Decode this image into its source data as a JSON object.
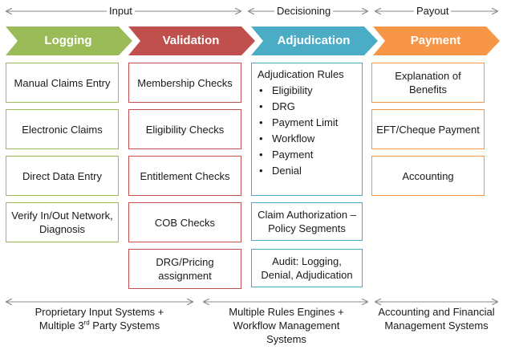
{
  "phases": [
    {
      "label": "Input"
    },
    {
      "label": "Decisioning"
    },
    {
      "label": "Payout"
    }
  ],
  "stages": [
    {
      "label": "Logging",
      "color": "#9bbb59"
    },
    {
      "label": "Validation",
      "color": "#c0504d"
    },
    {
      "label": "Adjudication",
      "color": "#4bacc6"
    },
    {
      "label": "Payment",
      "color": "#f79646"
    }
  ],
  "logging": {
    "items": [
      "Manual Claims Entry",
      "Electronic Claims",
      "Direct Data Entry",
      "Verify In/Out Network, Diagnosis"
    ]
  },
  "validation": {
    "items": [
      "Membership Checks",
      "Eligibility Checks",
      "Entitlement Checks",
      "COB Checks",
      "DRG/Pricing assignment"
    ]
  },
  "adjudication": {
    "rules_title": "Adjudication Rules",
    "rules": [
      "Eligibility",
      "DRG",
      "Payment Limit",
      "Workflow",
      "Payment",
      "Denial"
    ],
    "items": [
      "Claim Authorization – Policy Segments",
      "Audit: Logging, Denial, Adjudication"
    ]
  },
  "payment": {
    "items": [
      "Explanation of Benefits",
      "EFT/Cheque Payment",
      "Accounting"
    ]
  },
  "bottom": {
    "left_line1": "Proprietary Input Systems +",
    "left_line2_pre": "Multiple 3",
    "left_line2_sup": "rd",
    "left_line2_post": " Party Systems",
    "middle": "Multiple Rules Engines + Workflow Management Systems",
    "right": "Accounting and Financial Management Systems"
  }
}
